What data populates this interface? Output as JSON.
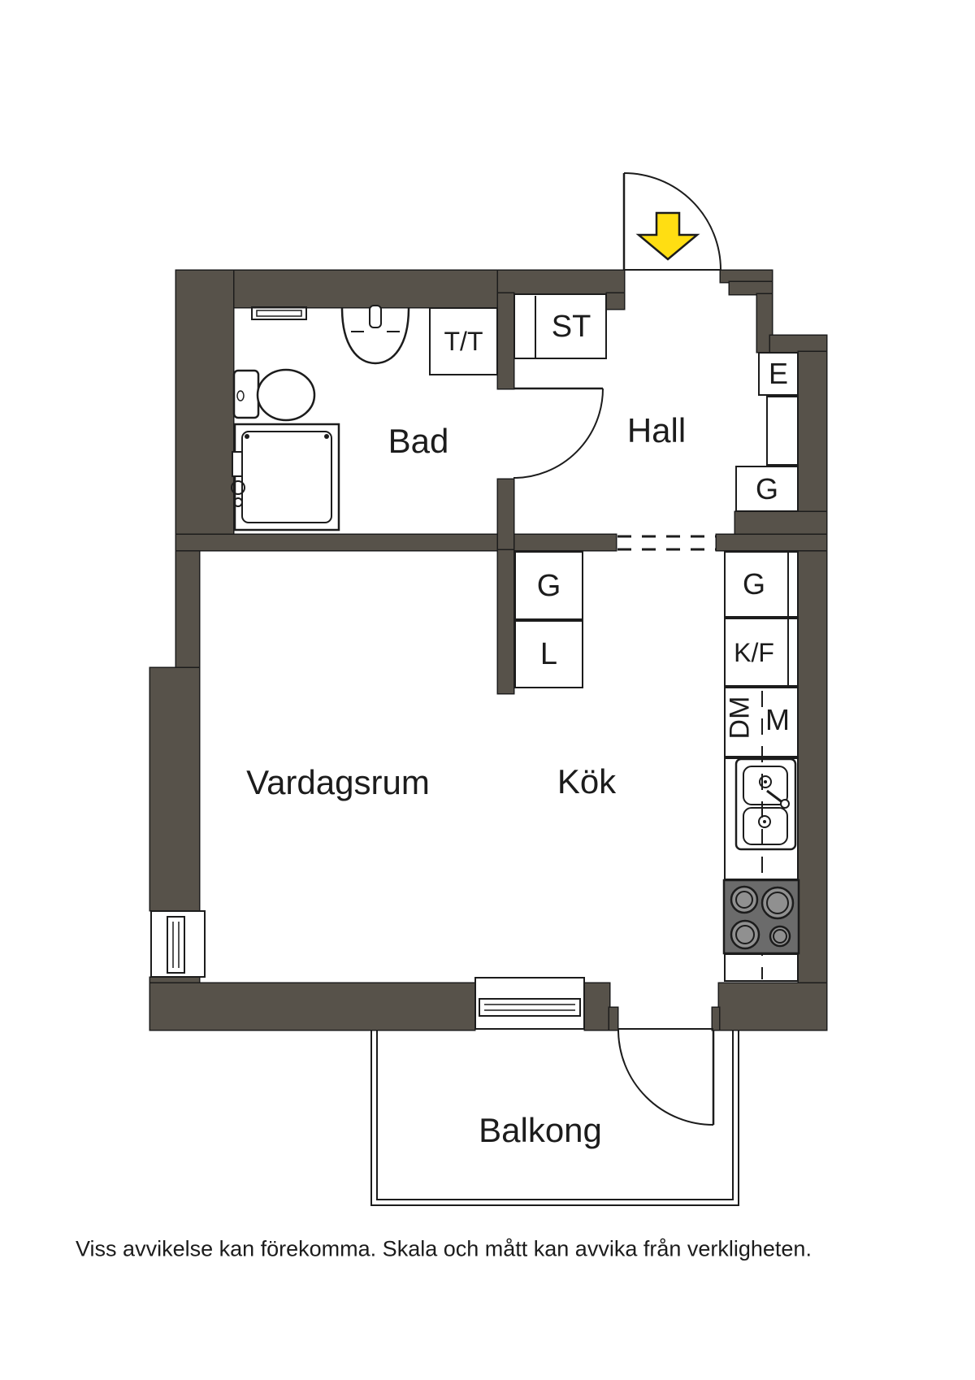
{
  "colors": {
    "wall": "#57524A",
    "line": "#1C1C1C",
    "stove": "#6B6B6B",
    "burner": "#909090",
    "arrow": "#FFDE12",
    "background": "#FFFFFF"
  },
  "rooms": {
    "bad": "Bad",
    "hall": "Hall",
    "vardagsrum": "Vardagsrum",
    "kok": "Kök",
    "balkong": "Balkong"
  },
  "fixtures": {
    "tt": "T/T",
    "st": "ST",
    "e": "E",
    "g_hall": "G",
    "g_wardrobe": "G",
    "l": "L",
    "g_kitchen": "G",
    "kf": "K/F",
    "dm": "DM",
    "m": "M"
  },
  "caption": "Viss avvikelse kan förekomma. Skala och mått kan avvika från verkligheten."
}
